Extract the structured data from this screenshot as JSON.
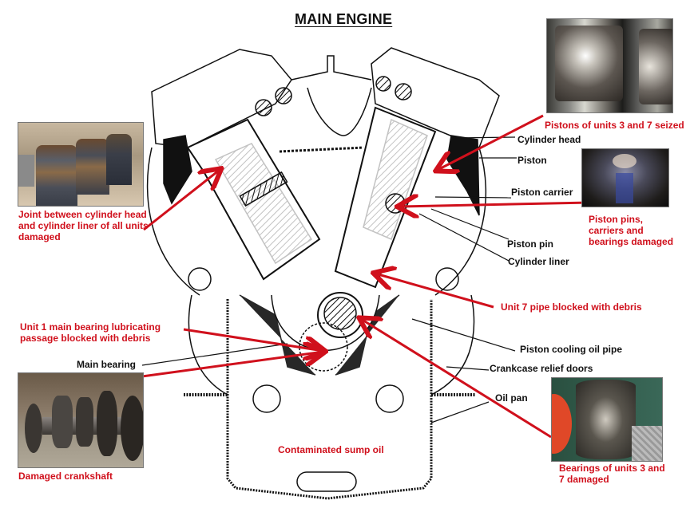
{
  "title": "MAIN ENGINE",
  "colors": {
    "damage_red": "#d0101c",
    "label_black": "#111111"
  },
  "component_labels": {
    "cylinder_head": "Cylinder head",
    "piston": "Piston",
    "piston_carrier": "Piston carrier",
    "piston_pin": "Piston pin",
    "cylinder_liner": "Cylinder liner",
    "piston_cooling_oil_pipe": "Piston cooling oil pipe",
    "crankcase_relief_doors": "Crankcase relief doors",
    "oil_pan": "Oil pan",
    "main_bearing": "Main bearing"
  },
  "damage_callouts": {
    "pistons_seized": "Pistons of units 3 and 7 seized",
    "piston_pins_line1": "Piston pins,",
    "piston_pins_line2": "carriers and",
    "piston_pins_line3": "bearings damaged",
    "unit7_pipe": "Unit 7 pipe blocked with debris",
    "bearings_line1": "Bearings of units 3 and",
    "bearings_line2": "7  damaged",
    "joint_line1": "Joint between cylinder head",
    "joint_line2": "and cylinder liner of all units",
    "joint_line3": "damaged",
    "unit1_line1": "Unit 1 main bearing lubricating",
    "unit1_line2": "passage blocked with debris",
    "crankshaft": "Damaged crankshaft",
    "sump_oil": "Contaminated sump oil"
  },
  "photos": {
    "pistons_seized": "photo of seized pistons",
    "piston_pins": "photo of damaged piston pin and carrier",
    "bearings": "photo of damaged bearing shell",
    "joint": "photo of cylinder liners",
    "crankshaft": "photo of crankshaft"
  }
}
